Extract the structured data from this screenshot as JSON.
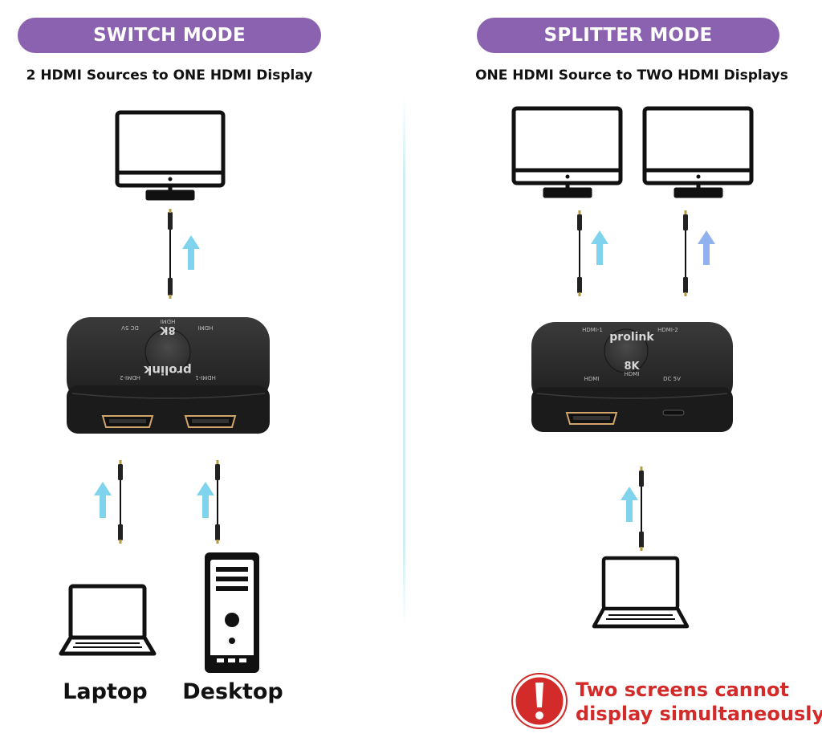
{
  "colors": {
    "pill": "#8a62b0",
    "arrow": "#7fd3ec",
    "arrow_alt": "#8fb2ee",
    "warning": "#d32a2a",
    "device": "#252525",
    "divider": "#c9eef3"
  },
  "switch_mode": {
    "title": "SWITCH MODE",
    "subtitle": "2 HDMI Sources to ONE HDMI Display",
    "device": {
      "brand": "prolink",
      "badge": "8K",
      "badge_sub": "HDMI",
      "port_top_right": "HDMI",
      "port_top_left": "DC 5V",
      "port_bottom_left": "HDMI-2",
      "port_bottom_right": "HDMI-1"
    },
    "sources": [
      {
        "label": "Laptop",
        "icon": "laptop-icon"
      },
      {
        "label": "Desktop",
        "icon": "desktop-tower-icon"
      }
    ]
  },
  "splitter_mode": {
    "title": "SPLITTER MODE",
    "subtitle": "ONE HDMI Source to TWO HDMI Displays",
    "device": {
      "brand": "prolink",
      "badge": "8K",
      "badge_sub": "HDMI",
      "port_top_left": "HDMI-1",
      "port_top_right": "HDMI-2",
      "port_bottom_left": "HDMI",
      "port_bottom_right": "DC 5V"
    },
    "warning_line1": "Two screens cannot",
    "warning_line2": "display simultaneously",
    "warning_icon": "exclamation-icon"
  }
}
